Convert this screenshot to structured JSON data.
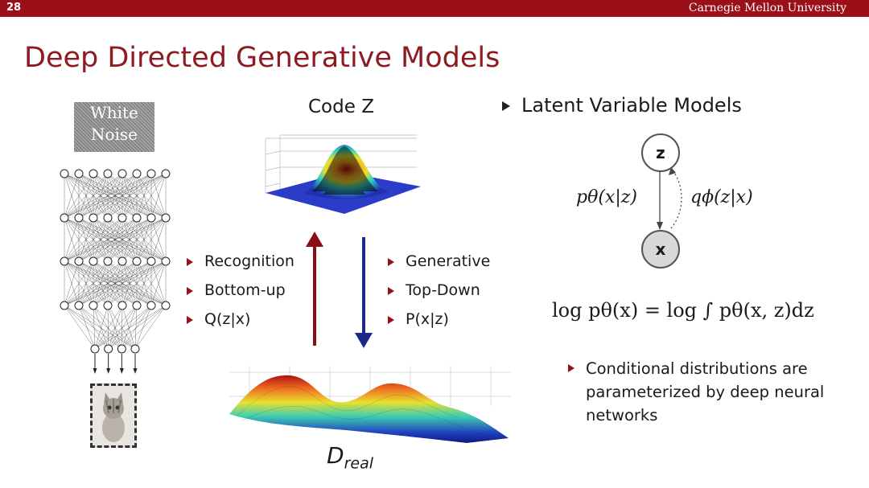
{
  "header": {
    "slide_number": "28",
    "university": "Carnegie Mellon University"
  },
  "title": "Deep Directed Generative Models",
  "left": {
    "noise_label_line1": "White",
    "noise_label_line2": "Noise"
  },
  "center": {
    "code_label": "Code Z",
    "recognition_bullets": [
      "Recognition",
      "Bottom-up",
      "Q(z|x)"
    ],
    "generative_bullets": [
      "Generative",
      "Top-Down",
      "P(x|z)"
    ],
    "data_label_main": "D",
    "data_label_sub": "real",
    "colors": {
      "up_arrow": "#8b0e14",
      "down_arrow": "#1a2a8c"
    }
  },
  "right": {
    "heading": "Latent Variable Models",
    "node_z": "z",
    "node_x": "x",
    "generative_label": "pθ(x|z)",
    "inference_label": "qϕ(z|x)",
    "equation": "log pθ(x) = log ∫ pθ(x, z)dz",
    "note": "Conditional distributions are parameterized by deep neural networks"
  }
}
